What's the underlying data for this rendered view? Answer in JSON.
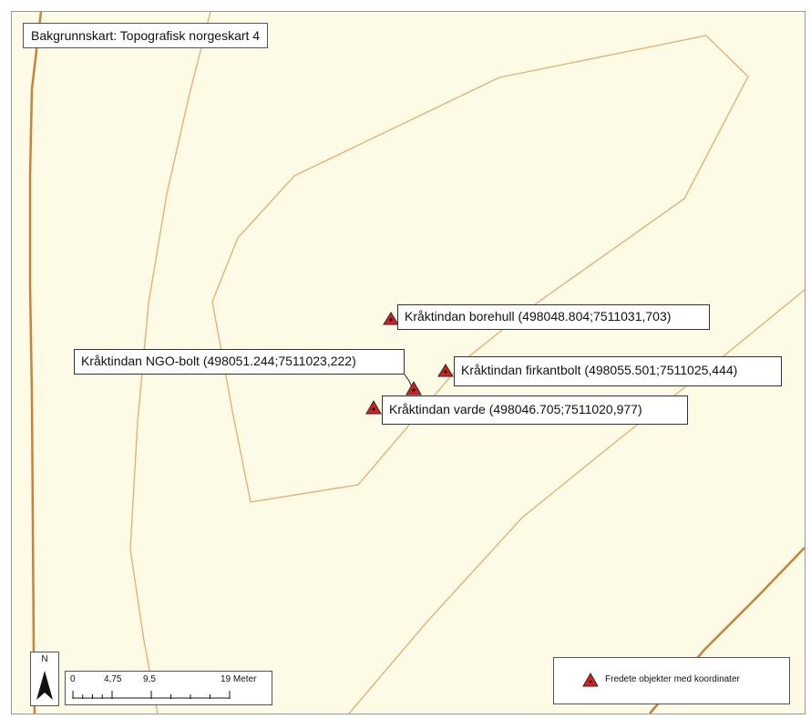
{
  "map": {
    "background_map_label": "Bakgrunnskart: Topografisk norgeskart  4",
    "colors": {
      "background": "#fdfbe6",
      "contour_index": "#c8823a",
      "contour": "#e3b27a",
      "marker_fill": "#d42020",
      "marker_stroke": "#2a2a2a"
    }
  },
  "points": [
    {
      "id": "borehull",
      "label": "Kråktindan borehull (498048.804;7511031,703)"
    },
    {
      "id": "ngo",
      "label": "Kråktindan NGO-bolt (498051.244;7511023,222)"
    },
    {
      "id": "firkantbolt",
      "label": "Kråktindan firkantbolt (498055.501;7511025,444)"
    },
    {
      "id": "varde",
      "label": "Kråktindan varde (498046.705;7511020,977)"
    }
  ],
  "north_arrow": {
    "letter": "N",
    "icon": "north-arrow-icon"
  },
  "scale_bar": {
    "ticks": [
      "0",
      "4,75",
      "9,5",
      "19 Meter"
    ],
    "tick_values": [
      0,
      4.75,
      9.5,
      19
    ]
  },
  "legend": {
    "items": [
      {
        "symbol": "red-triangle-marker-icon",
        "label": "Fredete objekter med koordinater"
      }
    ]
  }
}
